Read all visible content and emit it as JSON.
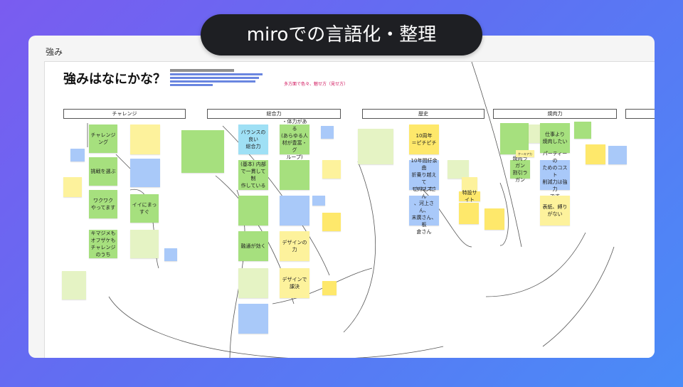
{
  "banner": {
    "title": "miroでの言語化・整理"
  },
  "frame": {
    "label": "強み"
  },
  "board": {
    "title": "強みはなにかな？",
    "subtitle": "多方面で色々、魅せ方（見せ方）"
  },
  "columns": {
    "challenge": "チャレンジ",
    "total": "総合力",
    "history": "歴史",
    "yakiniku": "焼肉力"
  },
  "notes": {
    "challenging": "チャレンジング",
    "challenge_select": "挑戦を選ぶ",
    "wakuwaku": "ワクワク\nやってます",
    "kimajime": "キマジメも\nオフザケも\nチャレンジのうち",
    "iini_mazu": "イイにまっすぐ",
    "balance": "バランスの良い\n総合力",
    "stamina": "・体力がある\n(あらゆる人\n材が豊富・グ\nループ)",
    "kihon": "(基本) 内部\nで一貫して制\n作している",
    "yuzu": "融通が効く",
    "design_power": "デザインの力",
    "design_solve": "デザインで課決",
    "ten_years": "10周年\n＝ピチピチ",
    "ten_years_detail": "10年間紆余曲\n折乗り越えて\nきました",
    "special_site": "特設サイト",
    "members": "モチマスさん\n、河上さん、\n末廣さん、板\n倉さん",
    "shigoto": "仕事より\n焼肉したい",
    "party": "パーティーの\nためのコスト\n削減力は強力\nです",
    "yakiniku_ragan": "焼肉ラガン\n割引ラガン",
    "hyoushi": "表紙、縛りがない",
    "kemoa": "ケーキアカ"
  }
}
